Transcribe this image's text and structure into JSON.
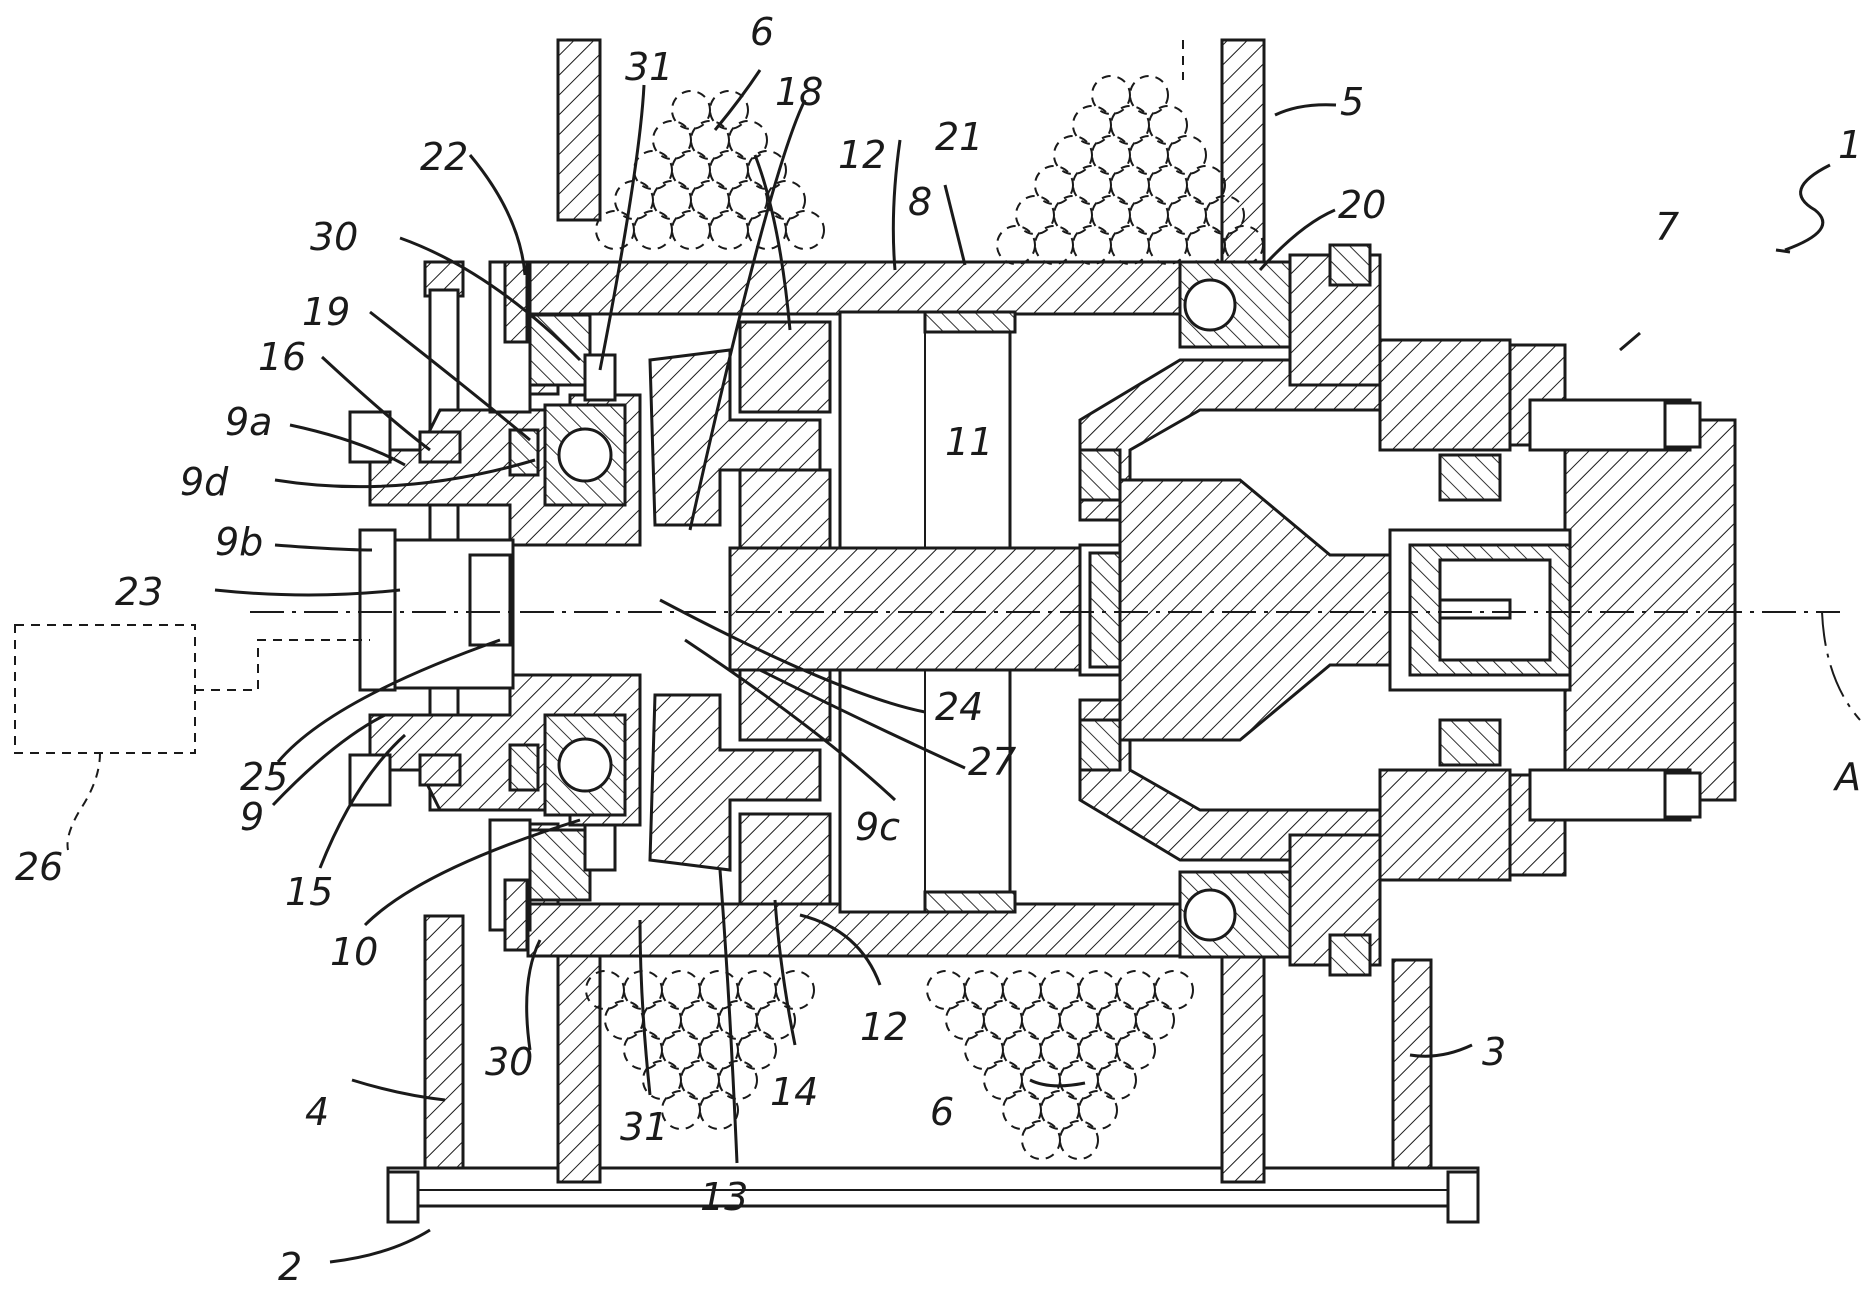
{
  "figure": {
    "labels": {
      "l1": "1",
      "l2": "2",
      "l3": "3",
      "l4": "4",
      "l5": "5",
      "l6": "6",
      "l7": "7",
      "l8": "8",
      "l9": "9",
      "l9a": "9a",
      "l9b": "9b",
      "l9c": "9c",
      "l9d": "9d",
      "l10": "10",
      "l11": "11",
      "l12": "12",
      "l13": "13",
      "l14": "14",
      "l15": "15",
      "l16": "16",
      "l18": "18",
      "l19": "19",
      "l20": "20",
      "l21": "21",
      "l22": "22",
      "l23": "23",
      "l24": "24",
      "l25": "25",
      "l26": "26",
      "l27": "27",
      "l30": "30",
      "l31": "31",
      "lA": "A"
    }
  }
}
